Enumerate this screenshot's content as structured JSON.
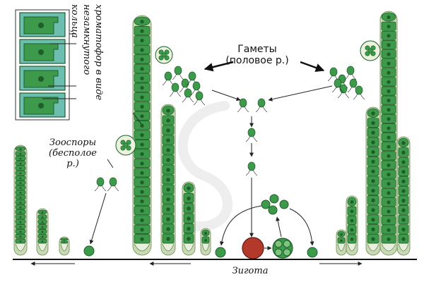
{
  "labels": {
    "gametes": [
      "Гаметы",
      "(половое р.)"
    ],
    "zoospores": [
      "Зооспоры",
      "(бесполое",
      "р.)"
    ],
    "zygote": "Зигота",
    "chromatophore": [
      "хроматофор в виде",
      "незамкнутого",
      "кольца"
    ]
  },
  "colors": {
    "cell_fill": "#3d9a4a",
    "cell_dark": "#1f5e2a",
    "cell_light": "#7cc47f",
    "sheath": "#c9d9b4",
    "zygote": "#b33a2a",
    "inset_bg": "#6cbfb0",
    "line": "#222222"
  }
}
